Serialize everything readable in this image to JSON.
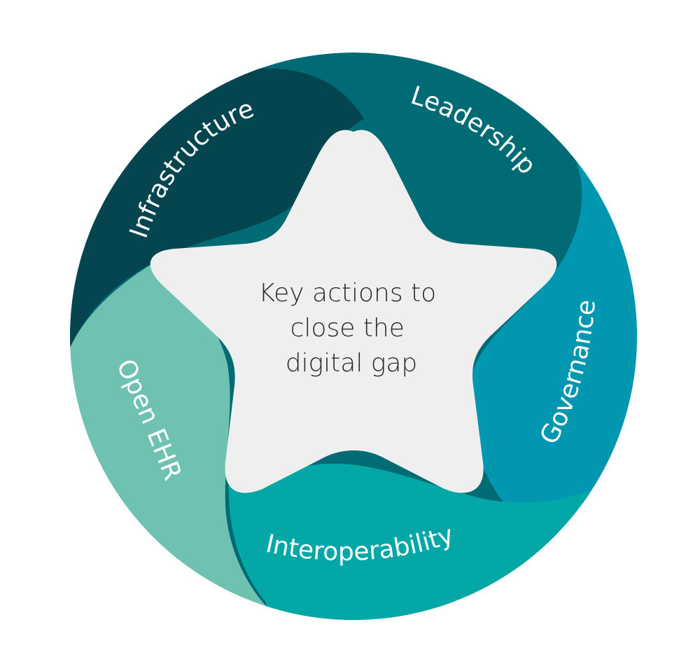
{
  "center": {
    "lines": [
      "Key actions to",
      "close the",
      "digital gap"
    ],
    "fill": "#efeff0",
    "text_color": "#2b2b2b"
  },
  "segments": [
    {
      "id": "infrastructure",
      "label": "Infrastructure",
      "color": "#04454f"
    },
    {
      "id": "leadership",
      "label": "Leadership",
      "color": "#006a75"
    },
    {
      "id": "governance",
      "label": "Governance",
      "color": "#0197b0"
    },
    {
      "id": "interoperability",
      "label": "Interoperability",
      "color": "#02a7a6"
    },
    {
      "id": "open-ehr",
      "label": "Open EHR",
      "color": "#6fc1b1"
    }
  ]
}
